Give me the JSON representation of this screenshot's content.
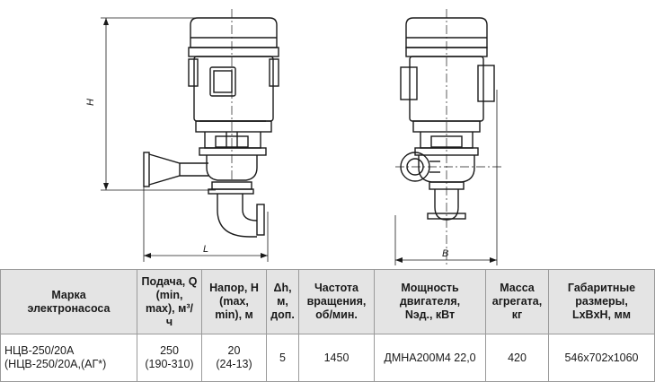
{
  "drawing": {
    "labels": {
      "height": "H",
      "length": "L",
      "width": "B"
    }
  },
  "table": {
    "headers": [
      [
        "Марка",
        "электронасоса"
      ],
      [
        "Подача, Q",
        "(min,",
        "max), м³/",
        "ч"
      ],
      [
        "Напор, Н",
        "(max,",
        "min), м"
      ],
      [
        "Δh,",
        "м,",
        "доп."
      ],
      [
        "Частота",
        "вращения,",
        "об/мин."
      ],
      [
        "Мощность",
        "двигателя,",
        "Nэд., кВт"
      ],
      [
        "Масса",
        "агрегата,",
        "кг"
      ],
      [
        "Габаритные",
        "размеры,",
        "LxBxH, мм"
      ]
    ],
    "rows": [
      [
        [
          "НЦВ-250/20А",
          "(НЦВ-250/20А,(АГ*)"
        ],
        [
          "250",
          "(190-310)"
        ],
        [
          "20",
          "(24-13)"
        ],
        [
          "5"
        ],
        [
          "1450"
        ],
        [
          "ДМНА200М4 22,0"
        ],
        [
          "420"
        ],
        [
          "546x702x1060"
        ]
      ]
    ]
  }
}
